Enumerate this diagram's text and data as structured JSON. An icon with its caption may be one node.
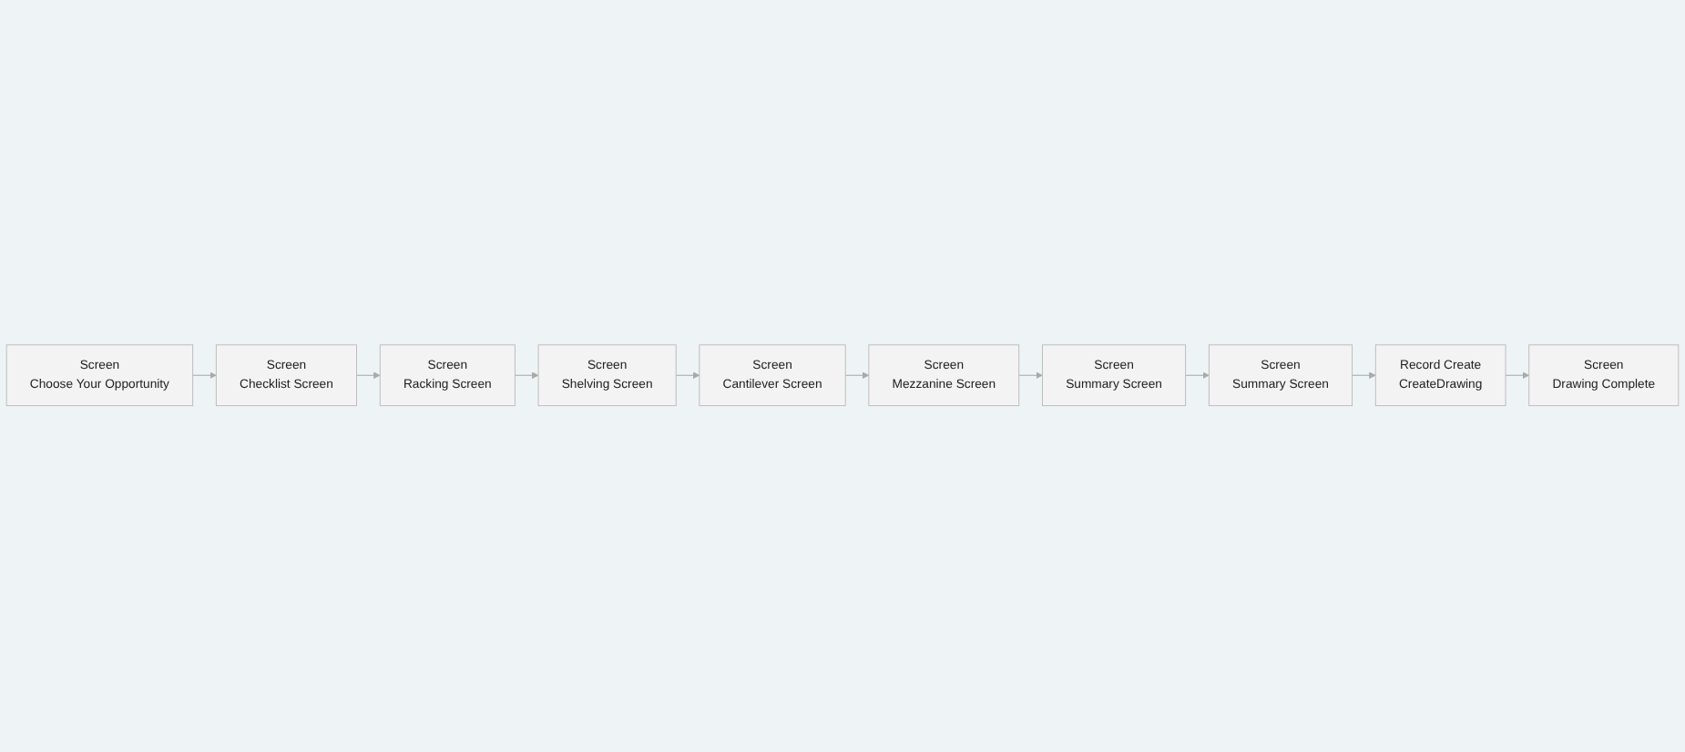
{
  "diagram": {
    "nodes": [
      {
        "text": [
          "Screen",
          "Choose Your Opportunity"
        ]
      },
      {
        "text": [
          "Screen",
          "Checklist Screen"
        ]
      },
      {
        "text": [
          "Screen",
          "Racking Screen"
        ]
      },
      {
        "text": [
          "Screen",
          "Shelving Screen"
        ]
      },
      {
        "text": [
          "Screen",
          "Cantilever Screen"
        ]
      },
      {
        "text": [
          "Screen",
          "Mezzanine Screen"
        ]
      },
      {
        "text": [
          "Screen",
          "Summary Screen"
        ]
      },
      {
        "text": [
          "Screen",
          "Summary Screen"
        ]
      },
      {
        "text": [
          "Record Create",
          "CreateDrawing"
        ]
      },
      {
        "text": [
          "Screen",
          "Drawing Complete"
        ]
      }
    ],
    "edges": [
      {
        "from": 0,
        "to": 1,
        "arrow": "to"
      },
      {
        "from": 1,
        "to": 2,
        "arrow": "to"
      },
      {
        "from": 2,
        "to": 3,
        "arrow": "to"
      },
      {
        "from": 3,
        "to": 4,
        "arrow": "to"
      },
      {
        "from": 4,
        "to": 5,
        "arrow": "to"
      },
      {
        "from": 5,
        "to": 6,
        "arrow": "to"
      },
      {
        "from": 6,
        "to": 7,
        "arrow": "to"
      },
      {
        "from": 7,
        "to": 8,
        "arrow": "to"
      },
      {
        "from": 8,
        "to": 9,
        "arrow": "to"
      }
    ]
  }
}
